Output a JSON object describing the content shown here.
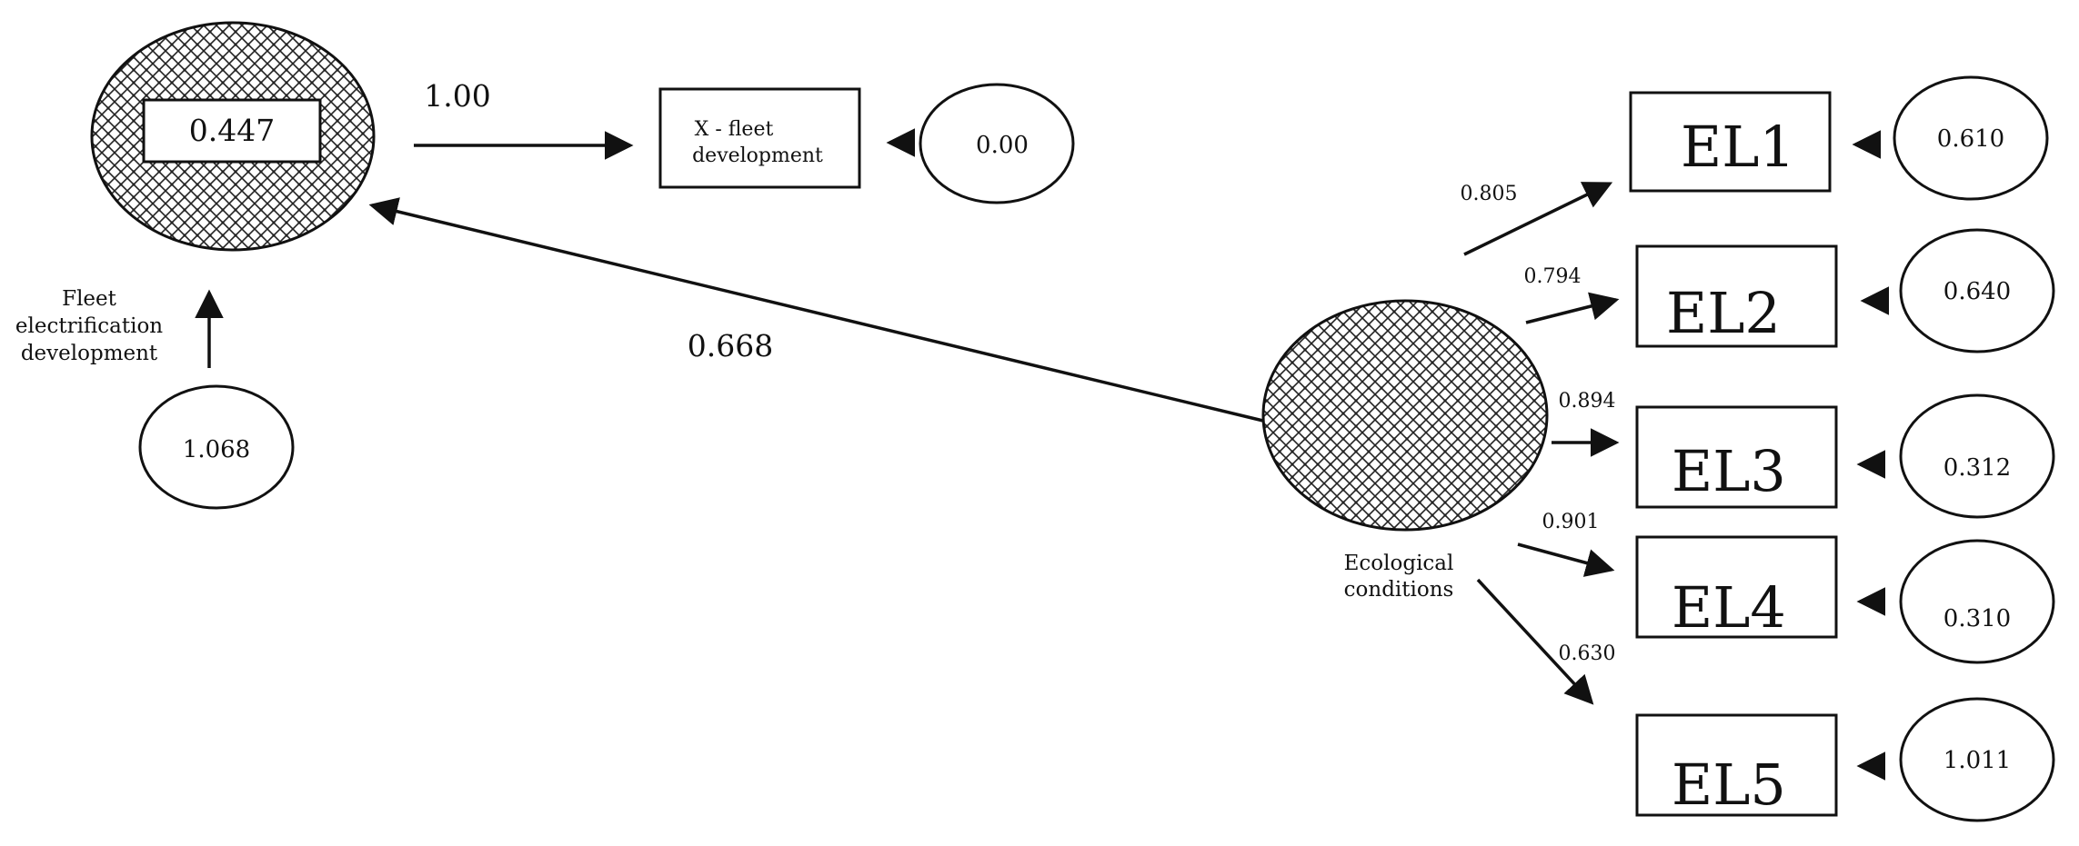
{
  "nodes": {
    "fleet_latent": {
      "value": "0.447",
      "label_lines": [
        "Fleet",
        "electrification",
        "development"
      ]
    },
    "fleet_error": {
      "value": "1.068"
    },
    "x_indicator": {
      "label_lines": [
        "X - fleet",
        "development"
      ]
    },
    "x_error": {
      "value": "0.00"
    },
    "eco_latent": {
      "label_lines": [
        "Ecological",
        "conditions"
      ]
    },
    "indicators": [
      {
        "name": "EL1",
        "error": "0.610",
        "loading": "0.805"
      },
      {
        "name": "EL2",
        "error": "0.640",
        "loading": "0.794"
      },
      {
        "name": "EL3",
        "error": "0.312",
        "loading": "0.894"
      },
      {
        "name": "EL4",
        "error": "0.310",
        "loading": "0.901"
      },
      {
        "name": "EL5",
        "error": "1.011",
        "loading": "0.630"
      }
    ]
  },
  "paths": {
    "fleet_to_x": "1.00",
    "eco_to_fleet": "0.668"
  }
}
